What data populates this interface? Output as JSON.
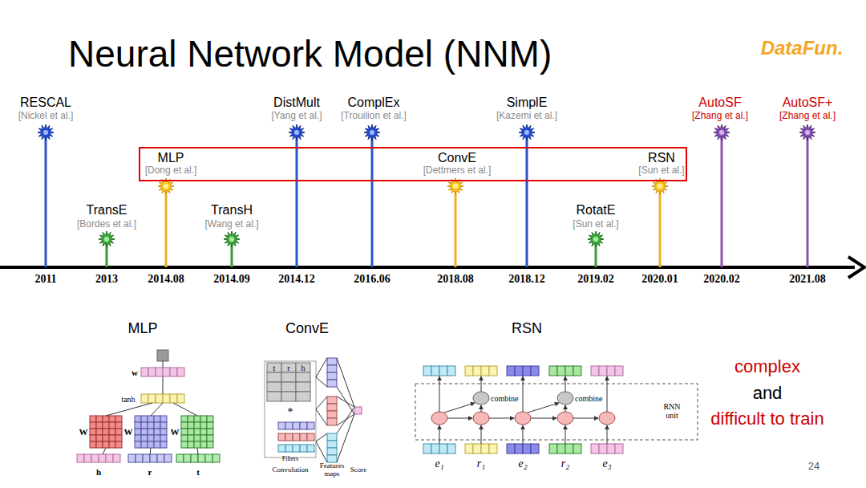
{
  "diagram": {
    "title": "Neural Network Model (NNM)",
    "nodes": [
      {
        "text": []
      },
      {
        "text": [
          "MLP",
          "[Dong et al.]"
        ],
        "in": 0
      },
      {
        "text": [
          "ConvE",
          "[Dettmers et al.]"
        ],
        "in": 0
      },
      {
        "text": [
          "RSN",
          "[Sun et al.]"
        ],
        "in": 0
      }
    ],
    "labels": [
      "DataFun.",
      "RESCAL",
      "[Nickel et al.]",
      "TransE",
      "[Bordes et al.]",
      "TransH",
      "[Wang et al.]",
      "DistMult",
      "[Yang et al.]",
      "ComplEx",
      "[Trouilion et al.]",
      "SimplE",
      "[Kazemi et al.]",
      "RotatE",
      "[Sun et al.]",
      "AutoSF",
      "[Zhang et al.]",
      "AutoSF+",
      "[Zhang et al.]",
      "2011",
      "2013",
      "2014.08",
      "2014.09",
      "2014.12",
      "2016.06",
      "2018.08",
      "2018.12",
      "2019.02",
      "2020.01",
      "2020.02",
      "2021.08",
      "MLP",
      "ConvE",
      "RSN",
      "w",
      "tanh",
      "W",
      "W",
      "W",
      "h",
      "r",
      "t",
      "t",
      "r",
      "h",
      "*",
      "Filters",
      "Convolution",
      "Features maps",
      "Score",
      "combine",
      "combine",
      "RNN unit",
      "e₁",
      "r₁",
      "e₂",
      "r₂",
      "e₃",
      "complex",
      "and",
      "difficult to train",
      "24"
    ]
  }
}
